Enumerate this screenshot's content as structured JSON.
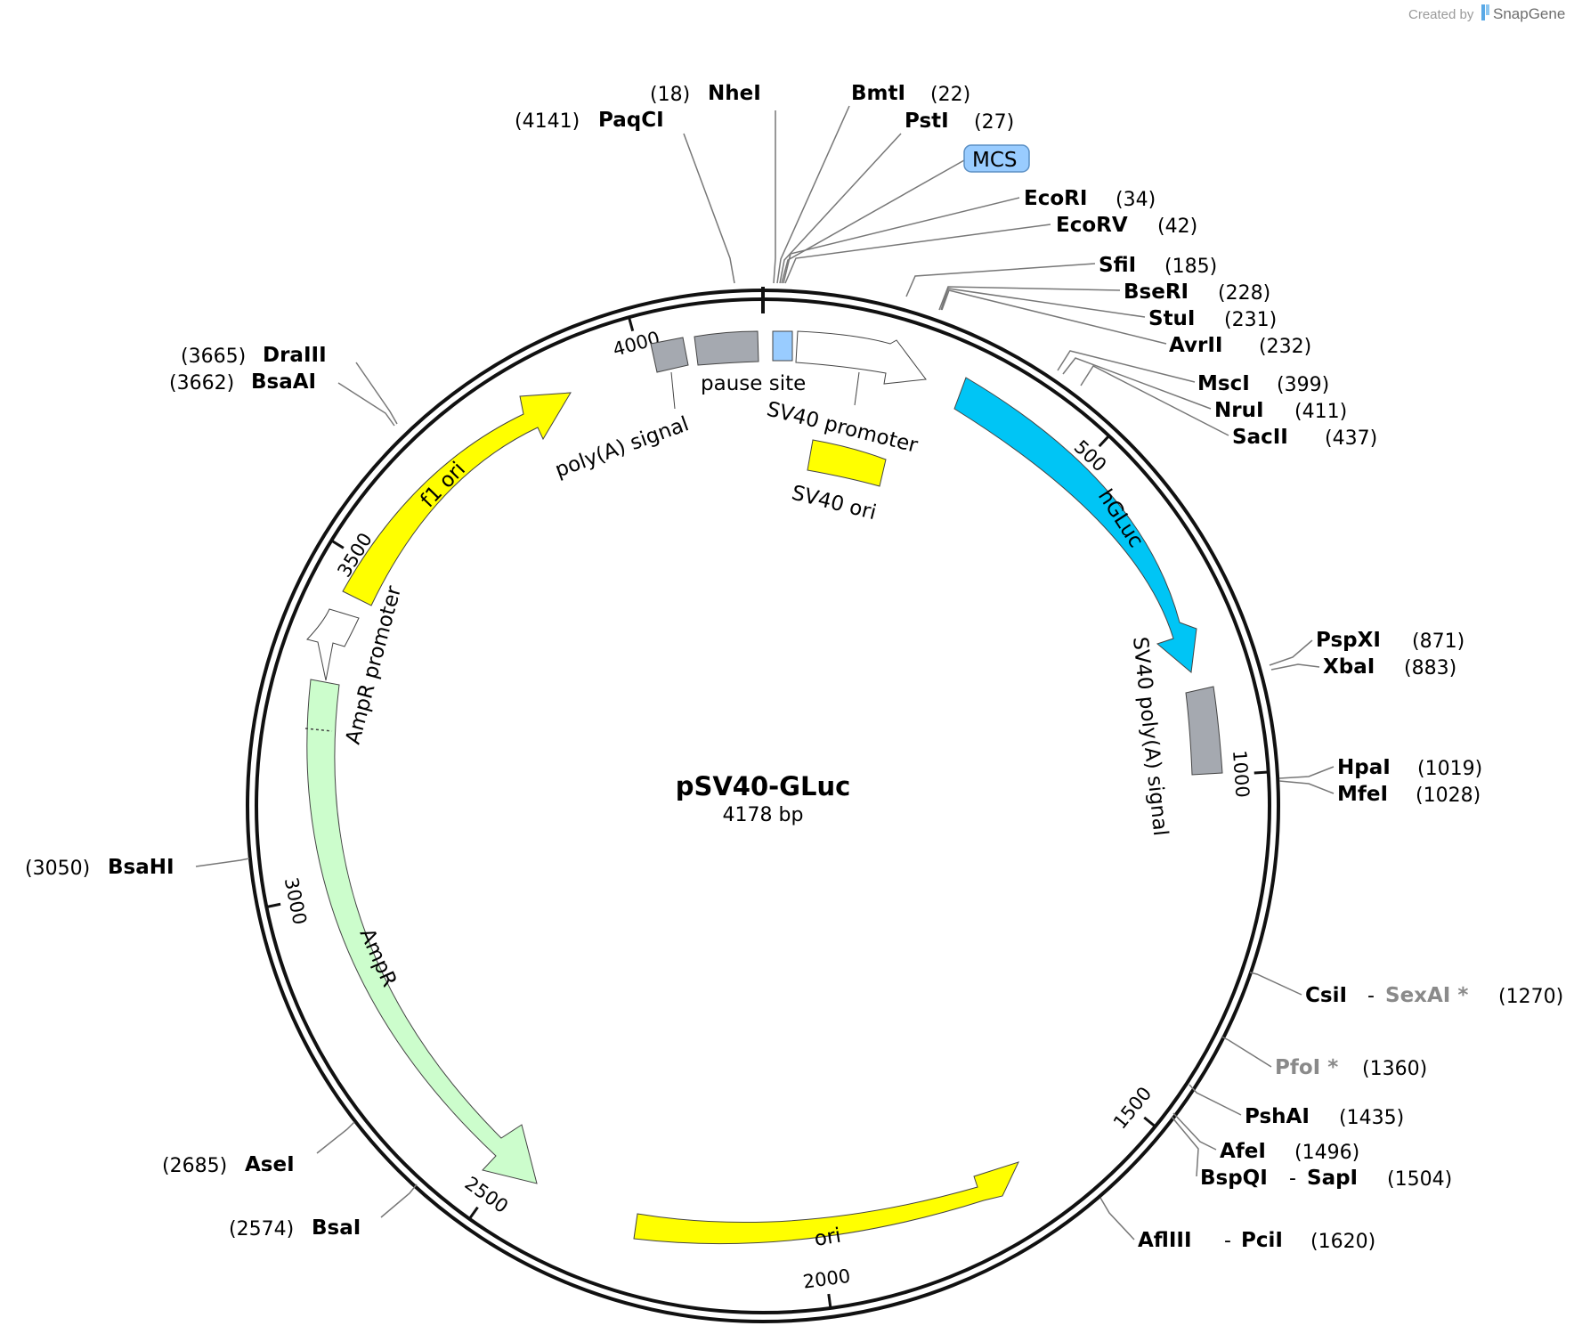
{
  "plasmid": {
    "name": "pSV40-GLuc",
    "size_label": "4178 bp",
    "length": 4178
  },
  "credit": {
    "created_by": "Created by",
    "brand": "SnapGene"
  },
  "ticks": [
    "500",
    "1000",
    "1500",
    "2000",
    "2500",
    "3000",
    "3500",
    "4000"
  ],
  "features": [
    {
      "name": "hGLuc",
      "type": "cds",
      "color": "#00c5f5"
    },
    {
      "name": "SV40 poly(A) signal",
      "type": "polyA",
      "color": "#a5a9b0"
    },
    {
      "name": "ori",
      "type": "rep_origin",
      "color": "#ffff00"
    },
    {
      "name": "AmpR",
      "type": "cds",
      "color": "#ccfdcc"
    },
    {
      "name": "AmpR promoter",
      "type": "promoter",
      "color": "#ffffff"
    },
    {
      "name": "f1 ori",
      "type": "rep_origin",
      "color": "#ffff00"
    },
    {
      "name": "poly(A) signal",
      "type": "polyA",
      "color": "#a5a9b0"
    },
    {
      "name": "pause site",
      "type": "misc",
      "color": "#a5a9b0"
    },
    {
      "name": "SV40 promoter",
      "type": "promoter",
      "color": "#ffffff"
    },
    {
      "name": "SV40 ori",
      "type": "rep_origin",
      "color": "#ffff00"
    },
    {
      "name": "MCS",
      "type": "misc",
      "color": "#99ccff"
    }
  ],
  "sites": [
    {
      "name": "NheI",
      "pos": "(18)"
    },
    {
      "name": "BmtI",
      "pos": "(22)"
    },
    {
      "name": "PstI",
      "pos": "(27)"
    },
    {
      "name": "PaqCI",
      "pos": "(4141)"
    },
    {
      "name": "EcoRI",
      "pos": "(34)"
    },
    {
      "name": "EcoRV",
      "pos": "(42)"
    },
    {
      "name": "SfiI",
      "pos": "(185)"
    },
    {
      "name": "BseRI",
      "pos": "(228)"
    },
    {
      "name": "StuI",
      "pos": "(231)"
    },
    {
      "name": "AvrII",
      "pos": "(232)"
    },
    {
      "name": "MscI",
      "pos": "(399)"
    },
    {
      "name": "NruI",
      "pos": "(411)"
    },
    {
      "name": "SacII",
      "pos": "(437)"
    },
    {
      "name": "PspXI",
      "pos": "(871)"
    },
    {
      "name": "XbaI",
      "pos": "(883)"
    },
    {
      "name": "HpaI",
      "pos": "(1019)"
    },
    {
      "name": "MfeI",
      "pos": "(1028)"
    },
    {
      "name": "CsiI",
      "alt": "SexAI *",
      "pos": "(1270)"
    },
    {
      "name": "PfoI *",
      "pos": "(1360)"
    },
    {
      "name": "PshAI",
      "pos": "(1435)"
    },
    {
      "name": "AfeI",
      "pos": "(1496)"
    },
    {
      "name": "BspQI",
      "alt": "SapI",
      "pos": "(1504)"
    },
    {
      "name": "AflIII",
      "alt": "PciI",
      "pos": "(1620)"
    },
    {
      "name": "DraIII",
      "pos": "(3665)"
    },
    {
      "name": "BsaAI",
      "pos": "(3662)"
    },
    {
      "name": "BsaHI",
      "pos": "(3050)"
    },
    {
      "name": "AseI",
      "pos": "(2685)"
    },
    {
      "name": "BsaI",
      "pos": "(2574)"
    }
  ],
  "dash": "-"
}
